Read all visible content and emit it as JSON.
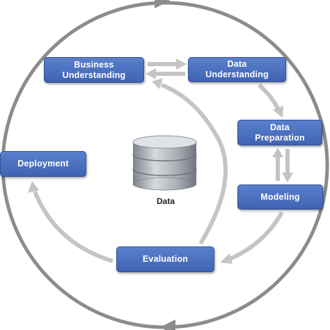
{
  "diagram": {
    "phases": {
      "business_understanding": "Business\nUnderstanding",
      "data_understanding": "Data\nUnderstanding",
      "data_preparation": "Data\nPreparation",
      "modeling": "Modeling",
      "evaluation": "Evaluation",
      "deployment": "Deployment"
    },
    "center_label": "Data",
    "colors": {
      "box_fill": "#4a6fc0",
      "box_text": "#ffffff",
      "arrow": "#c4c4c4",
      "outer_cycle": "#8c8c8c",
      "database": "#9aa0a6"
    }
  }
}
